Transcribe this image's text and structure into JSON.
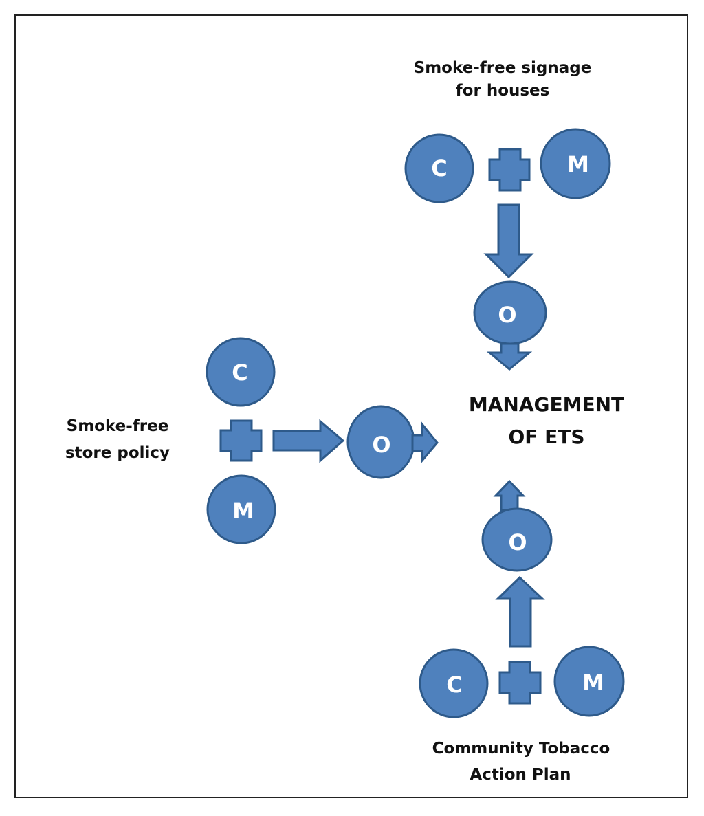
{
  "groups": {
    "top": {
      "label_lines": [
        "Smoke-free signage",
        "for houses"
      ],
      "c": "C",
      "m": "M",
      "o": "O"
    },
    "left": {
      "label_lines": [
        "Smoke-free",
        "store policy"
      ],
      "c": "C",
      "m": "M",
      "o": "O"
    },
    "bottom": {
      "label_lines": [
        "Community Tobacco",
        "Action Plan"
      ],
      "c": "C",
      "m": "M",
      "o": "O"
    }
  },
  "center": {
    "lines": [
      "MANAGEMENT",
      "OF ETS"
    ]
  },
  "colors": {
    "node_fill": "#4f81bd",
    "node_stroke": "#2e5a8a",
    "text": "#111111"
  }
}
